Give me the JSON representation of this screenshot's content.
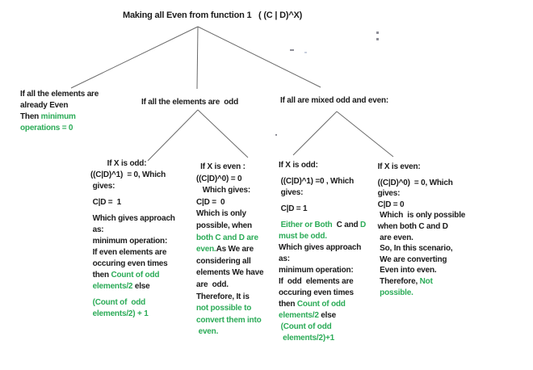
{
  "colors": {
    "green": "#2bab57",
    "ink": "#1b1b1b",
    "edge": "#6a6a6a"
  },
  "title": [
    [
      {
        "t": "Making all Even from function 1   ( (C | D)^X)"
      }
    ]
  ],
  "nodes": {
    "all_even": [
      [
        {
          "t": "If all the elements are"
        }
      ],
      [
        {
          "t": "already Even"
        }
      ],
      [
        {
          "t": "Then "
        },
        {
          "t": "minimum",
          "g": true
        }
      ],
      [
        {
          "t": "operations = 0",
          "g": true
        }
      ]
    ],
    "all_odd": [
      [
        {
          "t": "If all the elements are  odd"
        }
      ]
    ],
    "mixed": [
      [
        {
          "t": "If all are mixed odd and even:"
        }
      ]
    ],
    "odd_x_odd": [
      [
        {
          "t": "        If X is odd:"
        }
      ],
      [
        {
          "t": "((C|D)^1)  = 0, Which"
        }
      ],
      [
        {
          "t": " gives:"
        }
      ],
      [],
      [
        {
          "t": " C|D =  1"
        }
      ],
      [],
      [
        {
          "t": " Which gives approach"
        }
      ],
      [
        {
          "t": " as:"
        }
      ],
      [
        {
          "t": " minimum operation:"
        }
      ],
      [
        {
          "t": " If even elements are"
        }
      ],
      [
        {
          "t": " occuring even times"
        }
      ],
      [
        {
          "t": " then "
        },
        {
          "t": "Count of odd",
          "g": true
        }
      ],
      [
        {
          "t": " elements/2 ",
          "g": true
        },
        {
          "t": "else"
        }
      ],
      [],
      [
        {
          "t": " (Count of  odd",
          "g": true
        }
      ],
      [
        {
          "t": " elements/2) + 1",
          "g": true
        }
      ]
    ],
    "odd_x_even": [
      [
        {
          "t": "  If X is even :"
        }
      ],
      [
        {
          "t": "((C|D)^0) = 0"
        }
      ],
      [
        {
          "t": "   Which gives:"
        }
      ],
      [
        {
          "t": "C|D =  0"
        }
      ],
      [
        {
          "t": "Which is only"
        }
      ],
      [
        {
          "t": "possible, when"
        }
      ],
      [
        {
          "t": "both C and D are",
          "g": true
        }
      ],
      [
        {
          "t": "even.",
          "g": true
        },
        {
          "t": "As We are"
        }
      ],
      [
        {
          "t": "considering all"
        }
      ],
      [
        {
          "t": "elements We have"
        }
      ],
      [
        {
          "t": "are  odd."
        }
      ],
      [
        {
          "t": "Therefore, It is"
        }
      ],
      [
        {
          "t": "not possible to",
          "g": true
        }
      ],
      [
        {
          "t": "convert them into",
          "g": true
        }
      ],
      [
        {
          "t": " even.",
          "g": true
        }
      ]
    ],
    "mixed_x_odd": [
      [
        {
          "t": "If X is odd:"
        }
      ],
      [],
      [
        {
          "t": " ((C|D)^1) =0 , Which"
        }
      ],
      [
        {
          "t": " gives:"
        }
      ],
      [],
      [
        {
          "t": " C|D = 1"
        }
      ],
      [],
      [
        {
          "t": " Either or Both  ",
          "g": true
        },
        {
          "t": "C and "
        },
        {
          "t": "D",
          "g": true
        }
      ],
      [
        {
          "t": "must be odd.",
          "g": true
        }
      ],
      [
        {
          "t": "Which gives approach"
        }
      ],
      [
        {
          "t": "as:"
        }
      ],
      [
        {
          "t": "minimum operation:"
        }
      ],
      [
        {
          "t": "If  odd  elements are"
        }
      ],
      [
        {
          "t": "occuring even times"
        }
      ],
      [
        {
          "t": "then "
        },
        {
          "t": "Count of odd",
          "g": true
        }
      ],
      [
        {
          "t": "elements/2 ",
          "g": true
        },
        {
          "t": "else"
        }
      ],
      [
        {
          "t": " (Count of odd",
          "g": true
        }
      ],
      [
        {
          "t": "  elements/2)+1",
          "g": true
        }
      ]
    ],
    "mixed_x_even": [
      [
        {
          "t": " If X is even:"
        }
      ],
      [],
      [
        {
          "t": " ((C|D)^0)  = 0, Which"
        }
      ],
      [
        {
          "t": " gives:"
        }
      ],
      [
        {
          "t": " C|D = 0"
        }
      ],
      [
        {
          "t": "  Which  is only possible"
        }
      ],
      [
        {
          "t": " when both C and D"
        }
      ],
      [
        {
          "t": "  are even."
        }
      ],
      [
        {
          "t": "  So, In this scenario,"
        }
      ],
      [
        {
          "t": "  We are converting"
        }
      ],
      [
        {
          "t": "  Even into even."
        }
      ],
      [
        {
          "t": "  Therefore, "
        },
        {
          "t": "Not",
          "g": true
        }
      ],
      [
        {
          "t": "  possible.",
          "g": true
        }
      ]
    ]
  }
}
